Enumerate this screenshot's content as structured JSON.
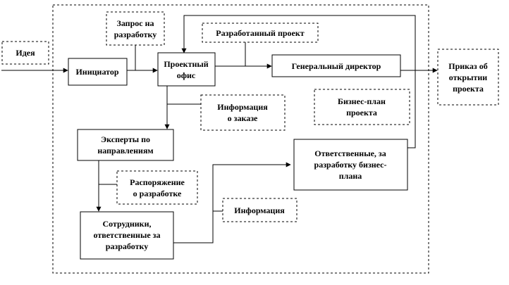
{
  "diagram": {
    "nodes": {
      "idea": {
        "label": [
          "Идея"
        ]
      },
      "initiator": {
        "label": [
          "Инициатор"
        ]
      },
      "request": {
        "label": [
          "Запрос на",
          "разработку"
        ]
      },
      "project_office": {
        "label": [
          "Проектный",
          "офис"
        ]
      },
      "developed_project": {
        "label": [
          "Разработанный проект"
        ]
      },
      "general_director": {
        "label": [
          "Генеральный директор"
        ]
      },
      "order": {
        "label": [
          "Приказ об",
          "открытии",
          "проекта"
        ]
      },
      "order_info": {
        "label": [
          "Информация",
          "о заказе"
        ]
      },
      "business_plan": {
        "label": [
          "Бизнес-план",
          "проекта"
        ]
      },
      "experts": {
        "label": [
          "Эксперты по",
          "направлениям"
        ]
      },
      "responsible_bp": {
        "label": [
          "Ответственные, за",
          "разработку бизнес-",
          "плана"
        ]
      },
      "dev_order": {
        "label": [
          "Распоряжение",
          "о разработке"
        ]
      },
      "information": {
        "label": [
          "Информация"
        ]
      },
      "employees": {
        "label": [
          "Сотрудники,",
          "ответственные за",
          "разработку"
        ]
      }
    }
  }
}
